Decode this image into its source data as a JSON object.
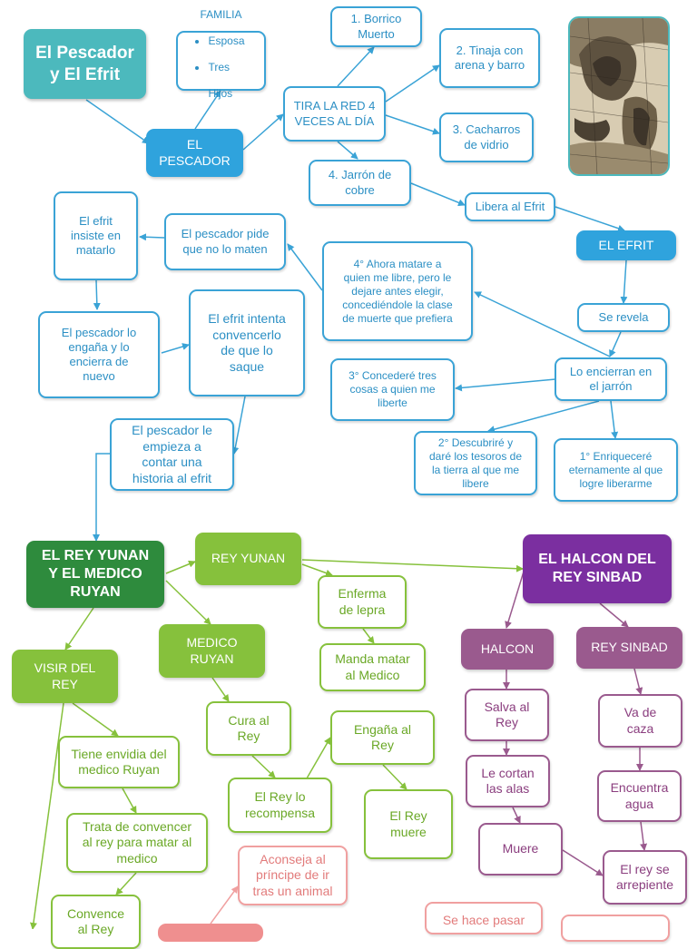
{
  "palette": {
    "blue": "#3aa3d6",
    "teal": "#4cb9bd",
    "green": "#86c13c",
    "dark_green": "#2e8b3d",
    "purple": "#7b2fa0",
    "mauve": "#9a5a8e",
    "pink": "#f0a0a0"
  },
  "illustration": {
    "subject": "engraving of the fisherman and the genie",
    "icon": "engraving-illustration"
  },
  "nodes": {
    "title": "El Pescador\ny El Efrit",
    "familia": {
      "title": "FAMILIA",
      "items": [
        "Esposa",
        "Tres",
        "Hijos"
      ]
    },
    "el_pescador": "EL\nPESCADOR",
    "tira_la_red": "TIRA LA RED 4\nVECES AL DÍA",
    "borrico": "1.  Borrico\nMuerto",
    "tinaja": "2. Tinaja con\narena y barro",
    "cacharros": "3. Cacharros\nde vidrio",
    "jarron_cobre": "4. Jarrón de\ncobre",
    "libera_efrit": "Libera al Efrit",
    "el_efrit": "EL EFRIT",
    "se_revela": "Se revela",
    "lo_encierran": "Lo encierran en\nel jarrón",
    "ahora_matare": "4°  Ahora matare a\nquien me libre, pero le\ndejare antes elegir,\nconcediéndole la clase\nde muerte que prefiera",
    "concedere": "3°  Concederé tres\ncosas a quien me\nliberte",
    "descubrire": "2°  Descubriré y\ndaré los tesoros de\nla tierra al que me\nlibere",
    "enriquecere": "1°  Enriqueceré\neternamente al que\nlogre liberarme",
    "pide_no_maten": "El pescador pide\nque no lo maten",
    "insiste": "El efrit\ninsiste en\nmatarlo",
    "engana_encierra": "El pescador lo\nengaña y lo\nencierra de\nnuevo",
    "intenta_convencer": "El efrit intenta\nconvencerlo\nde que lo\nsaque",
    "contar_historia": "El pescador le\nempieza a\ncontar una\nhistoria al efrit",
    "rey_yunan_medico": "EL REY YUNAN\nY EL MEDICO\nRUYAN",
    "rey_yunan": "REY YUNAN",
    "medico_ruyan": "MEDICO\nRUYAN",
    "visir": "VISIR DEL\nREY",
    "enferma_lepra": "Enferma\nde lepra",
    "manda_matar": "Manda matar\nal Medico",
    "cura_rey": "Cura al\nRey",
    "engana_rey": "Engaña al\nRey",
    "rey_recompensa": "El Rey lo\nrecompensa",
    "rey_muere": "El Rey\nmuere",
    "envidia": "Tiene envidia del\nmedico Ruyan",
    "trata_convencer": "Trata de convencer\nal rey para matar al\nmedico",
    "convence_rey": "Convence\nal Rey",
    "halcon_rey_sinbad": "EL HALCON DEL\nREY SINBAD",
    "halcon": "HALCON",
    "rey_sinbad": "REY SINBAD",
    "salva_rey": "Salva al\nRey",
    "cortan_alas": "Le cortan\nlas alas",
    "muere": "Muere",
    "va_caza": "Va de\ncaza",
    "encuentra_agua": "Encuentra\nagua",
    "rey_arrepiente": "El rey se\narrepiente",
    "aconseja_principe": "Aconseja al\npríncipe de ir\ntras un animal",
    "se_hace_pasar": "Se hace pasar"
  }
}
